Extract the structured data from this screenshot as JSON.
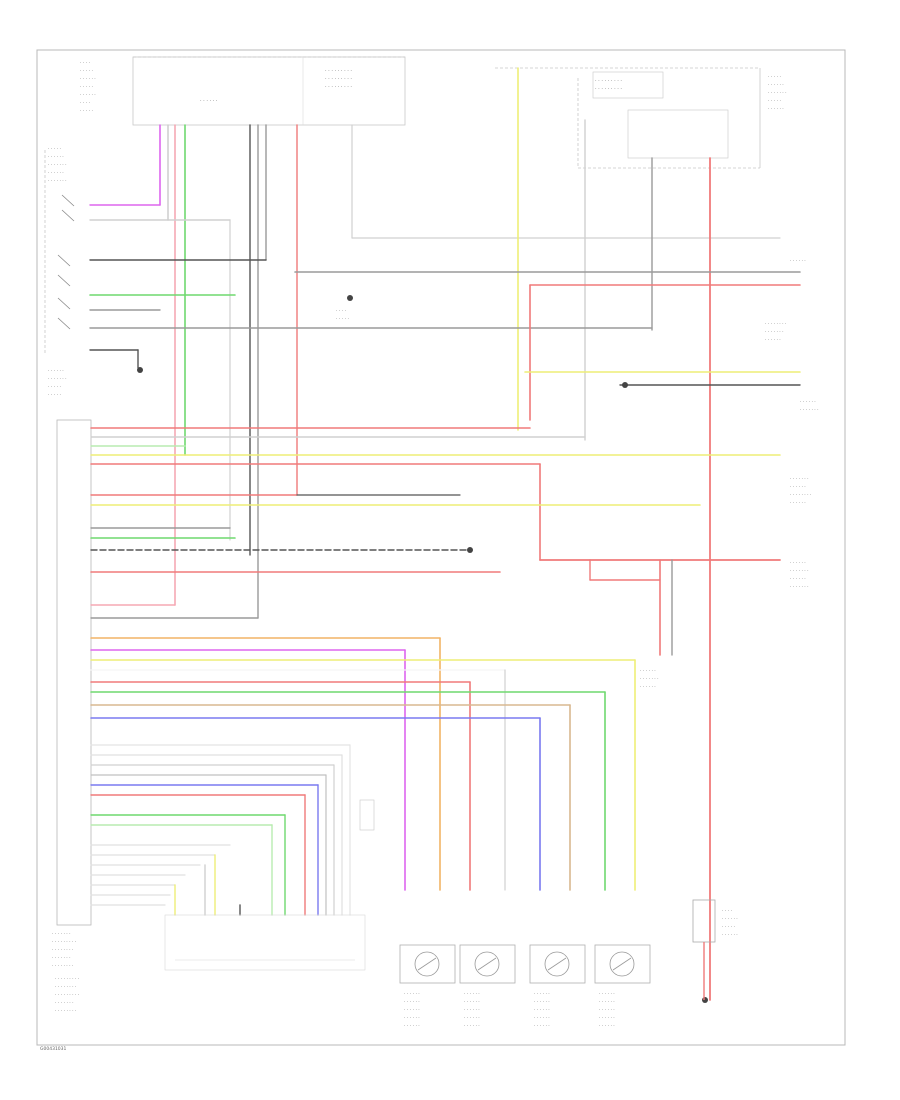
{
  "page_id": "G00431031",
  "colors": {
    "border": "#b8b8b8",
    "ground": "#555555",
    "red": "#f07a7a",
    "pink": "#f5a8b4",
    "green": "#6fd96f",
    "light_green": "#b8ecb0",
    "yellow": "#eeee77",
    "orange": "#f2b466",
    "violet": "#dd66ee",
    "blue": "#7a7af0",
    "gray": "#9a9a9a",
    "light_gray": "#d0d0d0",
    "tan": "#d8b890"
  },
  "wheel_sensors": [
    {
      "id": "lf"
    },
    {
      "id": "rf"
    },
    {
      "id": "lr"
    },
    {
      "id": "rr"
    }
  ]
}
